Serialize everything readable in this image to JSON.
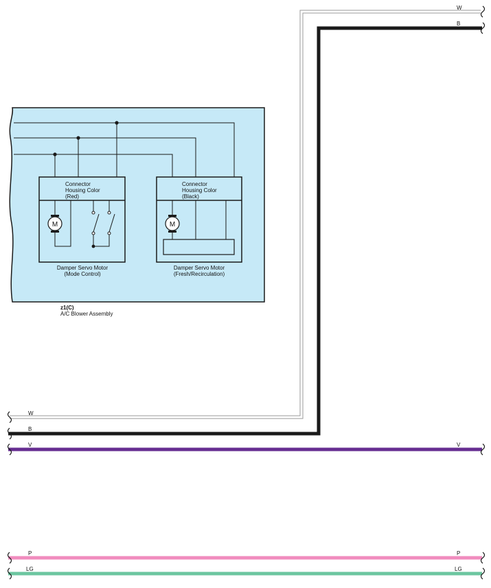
{
  "colors": {
    "assembly_fill": "#c6e9f7",
    "wire_black": "#1a1a1a",
    "wire_white_outline": "#9a9a9a",
    "wire_violet": "#662d91",
    "wire_pink": "#f08cbe",
    "wire_lightgreen": "#6cc6a0"
  },
  "wires": {
    "w_top": "W",
    "b_top": "B",
    "w_bottom": "W",
    "b_bottom": "B",
    "v_left": "V",
    "v_right": "V",
    "p_left": "P",
    "p_right": "P",
    "lg_left": "LG",
    "lg_right": "LG"
  },
  "assembly": {
    "code": "z1(C)",
    "name": "A/C Blower Assembly"
  },
  "motor_mode": {
    "connector_line1": "Connector",
    "connector_line2": "Housing Color",
    "connector_line3": "(Red)",
    "motor_symbol": "M",
    "caption_line1": "Damper Servo Motor",
    "caption_line2": "(Mode Control)"
  },
  "motor_fresh": {
    "connector_line1": "Connector",
    "connector_line2": "Housing Color",
    "connector_line3": "(Black)",
    "motor_symbol": "M",
    "caption_line1": "Damper Servo Motor",
    "caption_line2": "(Fresh/Recirculation)"
  }
}
